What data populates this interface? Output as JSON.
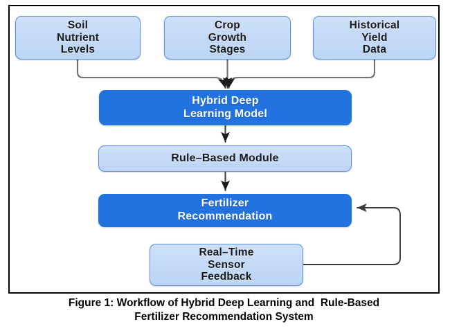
{
  "figure": {
    "caption_line_1": "Figure 1: Workflow of Hybrid Deep Learning and  Rule-Based",
    "caption_line_2": "Fertilizer Recommendation System",
    "caption_full": "Figure 1: Workflow of Hybrid Deep Learning and  Rule-Based Fertilizer Recommendation System"
  },
  "colors": {
    "input_fill": "#c3d9f7",
    "input_border": "#5b8fd6",
    "process_fill": "#2272e0",
    "process_text": "#ffffff",
    "connector": "#555555",
    "frame": "#000000",
    "background": "#ffffff",
    "caption_text": "#000000"
  },
  "nodes": {
    "soil": {
      "label": "Soil\nNutrient\nLevels",
      "type": "input"
    },
    "crop": {
      "label": "Crop\nGrowth\nStages",
      "type": "input"
    },
    "historical": {
      "label": "Historical\nYield\nData",
      "type": "input"
    },
    "hybrid_model": {
      "label": "Hybrid Deep\nLearning Model",
      "type": "process"
    },
    "rule_module": {
      "label": "Rule–Based Module",
      "type": "process-light"
    },
    "fertilizer": {
      "label": "Fertilizer\nRecommendation",
      "type": "process"
    },
    "sensor": {
      "label": "Real–Time\nSensor\nFeedback",
      "type": "input"
    }
  },
  "edges": [
    {
      "from": "soil",
      "to": "hybrid_model",
      "style": "elbow-down"
    },
    {
      "from": "crop",
      "to": "hybrid_model",
      "style": "straight-down"
    },
    {
      "from": "historical",
      "to": "hybrid_model",
      "style": "elbow-down"
    },
    {
      "from": "hybrid_model",
      "to": "rule_module",
      "style": "straight-down"
    },
    {
      "from": "rule_module",
      "to": "fertilizer",
      "style": "straight-down"
    },
    {
      "from": "sensor",
      "to": "fertilizer",
      "style": "feedback-loop-right"
    }
  ]
}
